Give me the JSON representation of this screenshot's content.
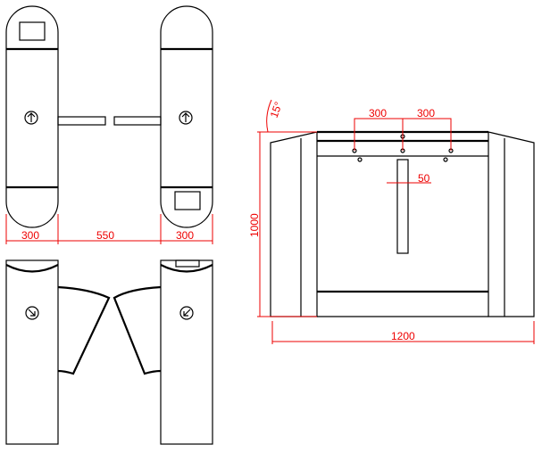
{
  "colors": {
    "outline": "#000000",
    "dimension": "#e00000"
  },
  "top_view": {
    "dim_left": "300",
    "dim_gap": "550",
    "dim_right": "300",
    "icons": [
      "arrow-up-icon",
      "arrow-up-icon"
    ]
  },
  "perspective_view": {
    "icons": [
      "arrow-down-right-icon",
      "arrow-down-left-icon"
    ]
  },
  "front_view": {
    "dim_hole_left": "300",
    "dim_hole_right": "300",
    "dim_slot": "50",
    "dim_height": "1000",
    "dim_width": "1200",
    "dim_angle": "15°"
  }
}
